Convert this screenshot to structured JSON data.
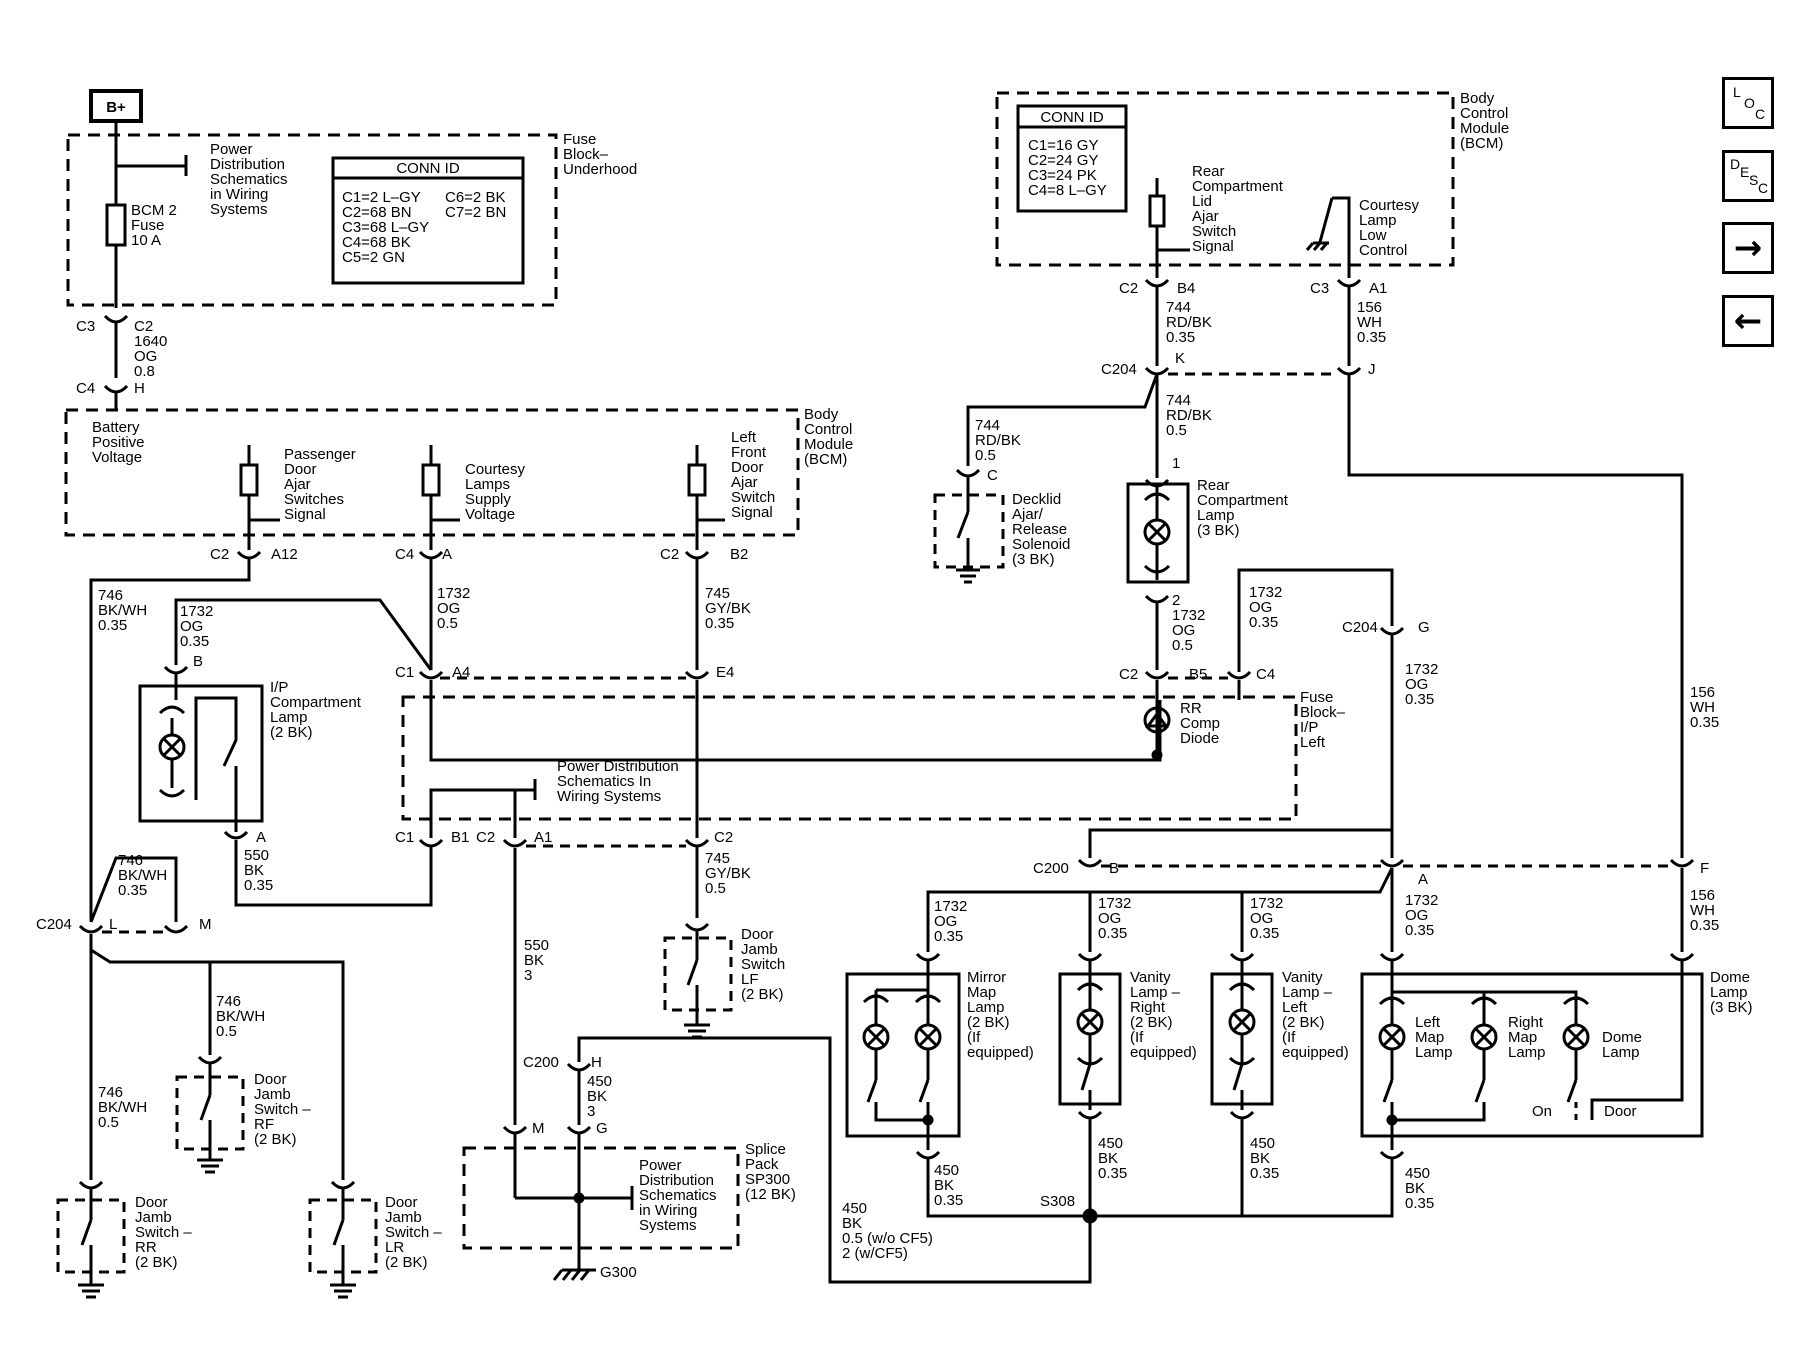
{
  "nav": {
    "loc": [
      "L",
      "O",
      "C"
    ],
    "desc": [
      "D",
      "E",
      "S",
      "C"
    ],
    "next_arrow": "→",
    "prev_arrow": "←"
  },
  "labels": {
    "bplus_box": "B+",
    "fuse_block_underhood": [
      "Fuse",
      "Block–",
      "Underhood"
    ],
    "power_dist_top": [
      "Power",
      "Distribution",
      "Schematics",
      "in Wiring",
      "Systems"
    ],
    "bcm2_fuse": [
      "BCM 2",
      "Fuse",
      "10 A"
    ],
    "conn_id_left_title": "CONN ID",
    "conn_id_left_col1": [
      "C1=2 L–GY",
      "C2=68 BN",
      "C3=68 L–GY",
      "C4=68 BK",
      "C5=2 GN"
    ],
    "conn_id_left_col2": [
      "C6=2 BK",
      "C7=2 BN"
    ],
    "c3_c2_1640": [
      "C2",
      "1640",
      "OG",
      "0.8"
    ],
    "c3": "C3",
    "c4": "C4",
    "h": "H",
    "battery_positive": [
      "Battery",
      "Positive",
      "Voltage"
    ],
    "bcm_left": [
      "Body",
      "Control",
      "Module",
      "(BCM)"
    ],
    "bplus": "B+",
    "passenger_door": [
      "Passenger",
      "Door",
      "Ajar",
      "Switches",
      "Signal"
    ],
    "courtesy_supply": [
      "Courtesy",
      "Lamps",
      "Supply",
      "Voltage"
    ],
    "left_front_door": [
      "Left",
      "Front",
      "Door",
      "Ajar",
      "Switch",
      "Signal"
    ],
    "bcm_right": [
      "Body",
      "Control",
      "Module",
      "(BCM)"
    ],
    "conn_id_right_title": "CONN ID",
    "conn_id_right": [
      "C1=16 GY",
      "C2=24 GY",
      "C3=24 PK",
      "C4=8 L–GY"
    ],
    "rear_comp_lid": [
      "Rear",
      "Compartment",
      "Lid",
      "Ajar",
      "Switch",
      "Signal"
    ],
    "courtesy_low": [
      "Courtesy",
      "Lamp",
      "Low",
      "Control"
    ],
    "c2": "C2",
    "b4": "B4",
    "c3r": "C3",
    "a1": "A1",
    "w744_rdbk_035": [
      "744",
      "RD/BK",
      "0.35"
    ],
    "w156_wh_035": [
      "156",
      "WH",
      "0.35"
    ],
    "c204": "C204",
    "k": "K",
    "j": "J",
    "w744_rdbk_05a": [
      "744",
      "RD/BK",
      "0.5"
    ],
    "w744_rdbk_05b": [
      "744",
      "RD/BK",
      "0.5"
    ],
    "c_label": "C",
    "decklid": [
      "Decklid",
      "Ajar/",
      "Release",
      "Solenoid",
      "(3 BK)"
    ],
    "pin1": "1",
    "rear_comp_lamp": [
      "Rear",
      "Compartment",
      "Lamp",
      "(3 BK)"
    ],
    "pin2_1732": [
      "2",
      "1732",
      "OG",
      "0.5"
    ],
    "w1732_og_035_right": [
      "1732",
      "OG",
      "0.35"
    ],
    "c2_b5": [
      "C2",
      "B5"
    ],
    "c4r": "C4",
    "rr_comp_diode": [
      "RR",
      "Comp",
      "Diode"
    ],
    "fuse_block_ip_left": [
      "Fuse",
      "Block–",
      "I/P",
      "Left"
    ],
    "c204_g": [
      "C204",
      "G"
    ],
    "w1732_og_035_g": [
      "1732",
      "OG",
      "0.35"
    ],
    "w156_wh_035_f": [
      "156",
      "WH",
      "0.35"
    ],
    "c2_a12": [
      "C2",
      "A12"
    ],
    "c4_a": [
      "C4",
      "A"
    ],
    "c2_b2": [
      "C2",
      "B2"
    ],
    "w746_bkwh_035": [
      "746",
      "BK/WH",
      "0.35"
    ],
    "w1732_og_035_b": [
      "1732",
      "OG",
      "0.35"
    ],
    "w1732_og_05": [
      "1732",
      "OG",
      "0.5"
    ],
    "w745_gybk_035": [
      "745",
      "GY/BK",
      "0.35"
    ],
    "b_label": "B",
    "ip_comp_lamp": [
      "I/P",
      "Compartment",
      "Lamp",
      "(2 BK)"
    ],
    "c1_a4": [
      "C1",
      "A4"
    ],
    "e4": "E4",
    "power_dist_mid": [
      "Power Distribution",
      "Schematics In",
      "Wiring Systems"
    ],
    "a_label": "A",
    "w550_bk_035": [
      "550",
      "BK",
      "0.35"
    ],
    "c1_b1": [
      "C1",
      "B1"
    ],
    "c2_a1": [
      "C2",
      "A1"
    ],
    "c2_mid": "C2",
    "w745_gybk_05": [
      "745",
      "GY/BK",
      "0.5"
    ],
    "w746_bkwh_035_b": [
      "746",
      "BK/WH",
      "0.35"
    ],
    "c204_l_m": [
      "C204",
      "L",
      "M"
    ],
    "door_jamb_lf": [
      "Door",
      "Jamb",
      "Switch",
      "LF",
      "(2 BK)"
    ],
    "w550_bk_3": [
      "550",
      "BK",
      "3"
    ],
    "w746_bkwh_05": [
      "746",
      "BK/WH",
      "0.5"
    ],
    "door_jamb_rf": [
      "Door",
      "Jamb",
      "Switch –",
      "RF",
      "(2 BK)"
    ],
    "w746_bkwh_05_b": [
      "746",
      "BK/WH",
      "0.5"
    ],
    "door_jamb_rr": [
      "Door",
      "Jamb",
      "Switch –",
      "RR",
      "(2 BK)"
    ],
    "door_jamb_lr": [
      "Door",
      "Jamb",
      "Switch –",
      "LR",
      "(2 BK)"
    ],
    "c200_h": [
      "C200",
      "H"
    ],
    "w450_bk_3": [
      "450",
      "BK",
      "3"
    ],
    "m_g": [
      "M",
      "G"
    ],
    "splice_pack": [
      "Splice",
      "Pack",
      "SP300",
      "(12 BK)"
    ],
    "power_dist_bottom": [
      "Power",
      "Distribution",
      "Schematics",
      "in Wiring",
      "Systems"
    ],
    "g300": "G300",
    "c200_b": [
      "C200",
      "B"
    ],
    "a_c200": "A",
    "f_label": "F",
    "w1732_og_035_m": [
      "1732",
      "OG",
      "0.35"
    ],
    "w1732_og_035_vr": [
      "1732",
      "OG",
      "0.35"
    ],
    "w1732_og_035_vl": [
      "1732",
      "OG",
      "0.35"
    ],
    "w1732_og_035_a": [
      "1732",
      "OG",
      "0.35"
    ],
    "w156_wh_035_dome": [
      "156",
      "WH",
      "0.35"
    ],
    "mirror_map": [
      "Mirror",
      "Map",
      "Lamp",
      "(2 BK)",
      "(If",
      "equipped)"
    ],
    "vanity_right": [
      "Vanity",
      "Lamp –",
      "Right",
      "(2 BK)",
      "(If",
      "equipped)"
    ],
    "vanity_left": [
      "Vanity",
      "Lamp –",
      "Left",
      "(2 BK)",
      "(If",
      "equipped)"
    ],
    "dome_lamp_title": [
      "Dome",
      "Lamp",
      "(3 BK)"
    ],
    "left_map": [
      "Left",
      "Map",
      "Lamp"
    ],
    "right_map": [
      "Right",
      "Map",
      "Lamp"
    ],
    "dome_lamp": [
      "Dome",
      "Lamp"
    ],
    "on": "On",
    "door": "Door",
    "w450_bk_035_m": [
      "450",
      "BK",
      "0.35"
    ],
    "w450_bk_035_vr": [
      "450",
      "BK",
      "0.35"
    ],
    "w450_bk_035_vl": [
      "450",
      "BK",
      "0.35"
    ],
    "w450_bk_035_d": [
      "450",
      "BK",
      "0.35"
    ],
    "s308": "S308",
    "w450_cf5": [
      "450",
      "BK",
      "0.5 (w/o CF5)",
      "2 (w/CF5)"
    ]
  }
}
